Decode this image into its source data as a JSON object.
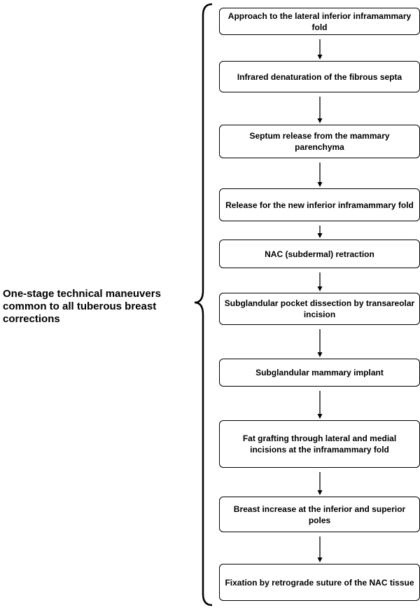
{
  "group_label": "One-stage technical maneuvers\ncommon to all tuberous breast\ncorrections",
  "steps": [
    "Approach to the lateral inferior inframammary fold",
    "Infrared denaturation of the fibrous septa",
    "Septum release from the mammary parenchyma",
    "Release for the new inferior inframammary fold",
    "NAC (subdermal) retraction",
    "Subglandular pocket dissection by transareolar incision",
    "Subglandular mammary implant",
    "Fat grafting through lateral and medial incisions at the inframammary fold",
    "Breast increase at the inferior and superior poles",
    "Fixation by retrograde suture of the NAC tissue"
  ]
}
